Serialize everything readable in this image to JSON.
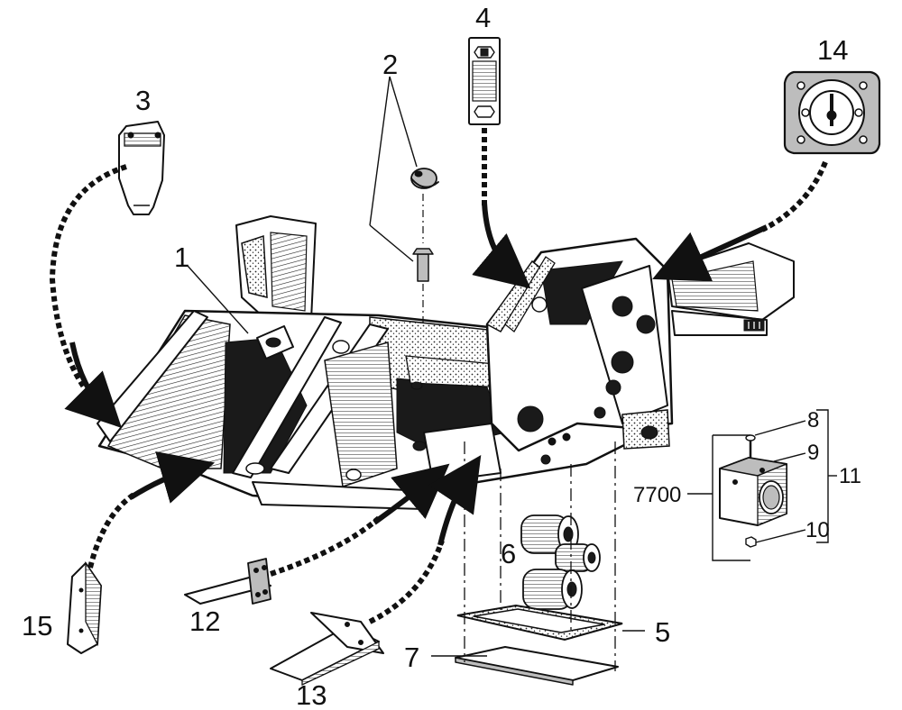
{
  "diagram": {
    "callouts": {
      "c1": "1",
      "c2": "2",
      "c3": "3",
      "c4": "4",
      "c5": "5",
      "c6": "6",
      "c7": "7",
      "c8": "8",
      "c9": "9",
      "c10": "10",
      "c11": "11",
      "c12": "12",
      "c13": "13",
      "c14": "14",
      "c15": "15",
      "c7700": "7700"
    },
    "colors": {
      "ink": "#111111",
      "paper": "#ffffff",
      "shading": "#bdbdbd"
    }
  }
}
